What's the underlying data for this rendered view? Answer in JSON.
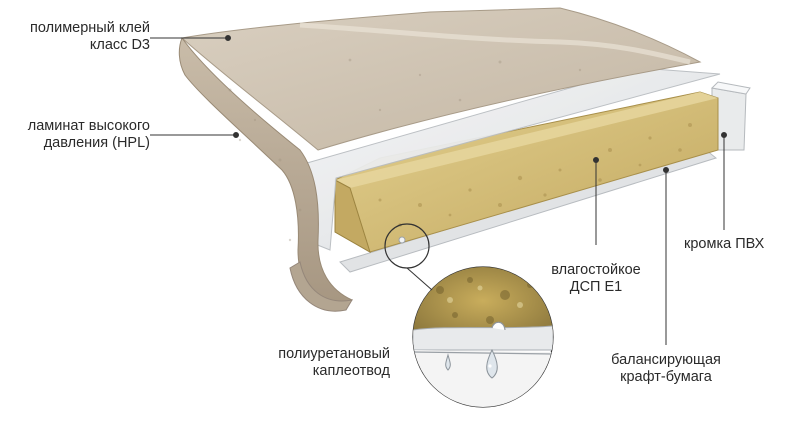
{
  "labels": {
    "glue": {
      "line1": "полимерный клей",
      "line2": "класс D3"
    },
    "hpl": {
      "line1": "ламинат высокого",
      "line2": "давления (HPL)"
    },
    "pvc_edge": {
      "line1": "кромка ПВХ"
    },
    "chipboard": {
      "line1": "влагостойкое",
      "line2": "ДСП Е1"
    },
    "drip": {
      "line1": "полиуретановый",
      "line2": "каплеотвод"
    },
    "kraft": {
      "line1": "балансирующая",
      "line2": "крафт-бумага"
    }
  },
  "colors": {
    "laminate": "#cfc3b2",
    "laminate_dark": "#a99a86",
    "chipboard": "#d8c68a",
    "chipboard_dark": "#b79f5c",
    "sheet": "#eceeef",
    "leader": "#333333"
  }
}
